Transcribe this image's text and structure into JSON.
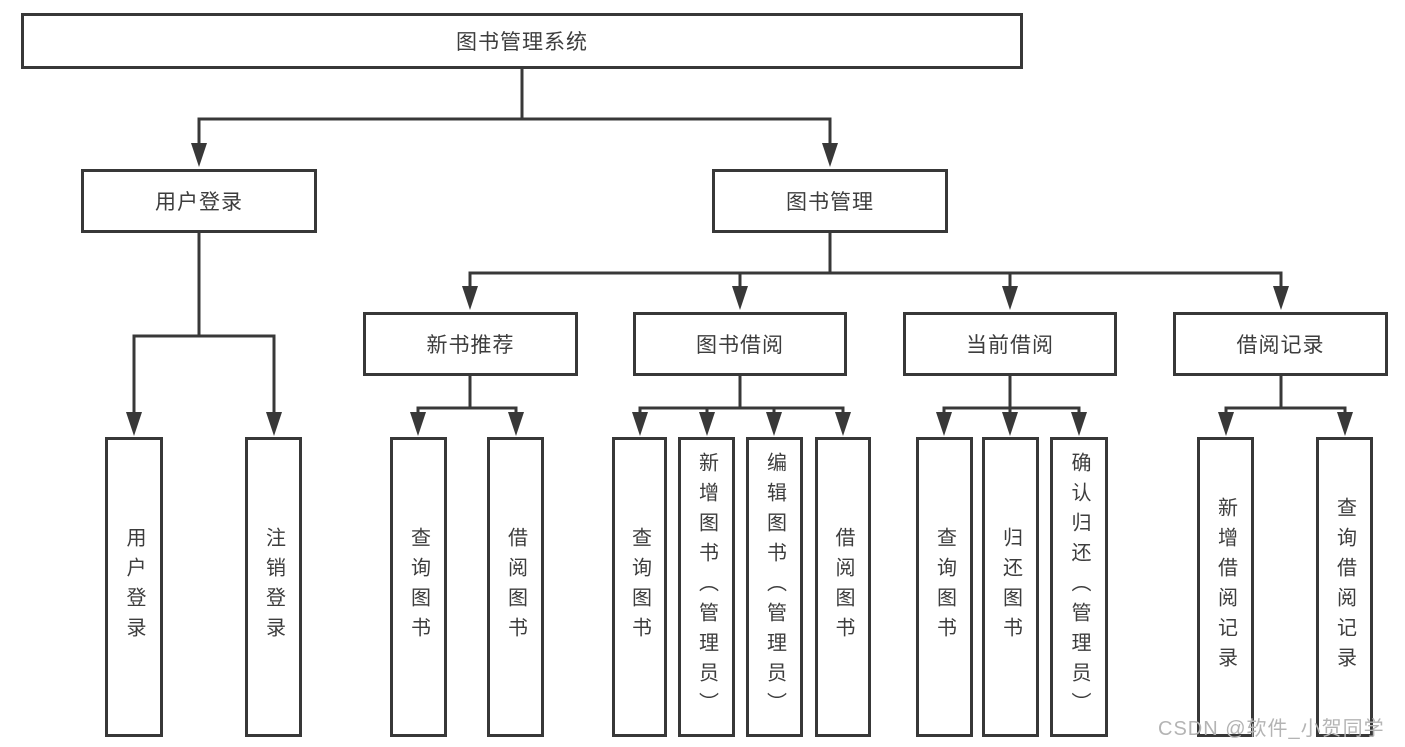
{
  "colors": {
    "line": "#383838",
    "node_border": "#383838",
    "node_text": "#3d3d3d",
    "background": "#ffffff",
    "watermark_text": "#b4b4b4"
  },
  "watermark": "CSDN @软件_小贺同学",
  "tree": {
    "root": {
      "label": "图书管理系统"
    },
    "branches": [
      {
        "label": "用户登录",
        "leaves": [
          {
            "label": "用户登录"
          },
          {
            "label": "注销登录"
          }
        ]
      },
      {
        "label": "图书管理",
        "groups": [
          {
            "label": "新书推荐",
            "leaves": [
              {
                "label": "查询图书"
              },
              {
                "label": "借阅图书"
              }
            ]
          },
          {
            "label": "图书借阅",
            "leaves": [
              {
                "label": "查询图书"
              },
              {
                "label": "新增图书（管理员）"
              },
              {
                "label": "编辑图书（管理员）"
              },
              {
                "label": "借阅图书"
              }
            ]
          },
          {
            "label": "当前借阅",
            "leaves": [
              {
                "label": "查询图书"
              },
              {
                "label": "归还图书"
              },
              {
                "label": "确认归还（管理员）"
              }
            ]
          },
          {
            "label": "借阅记录",
            "leaves": [
              {
                "label": "新增借阅记录"
              },
              {
                "label": "查询借阅记录"
              }
            ]
          }
        ]
      }
    ]
  }
}
